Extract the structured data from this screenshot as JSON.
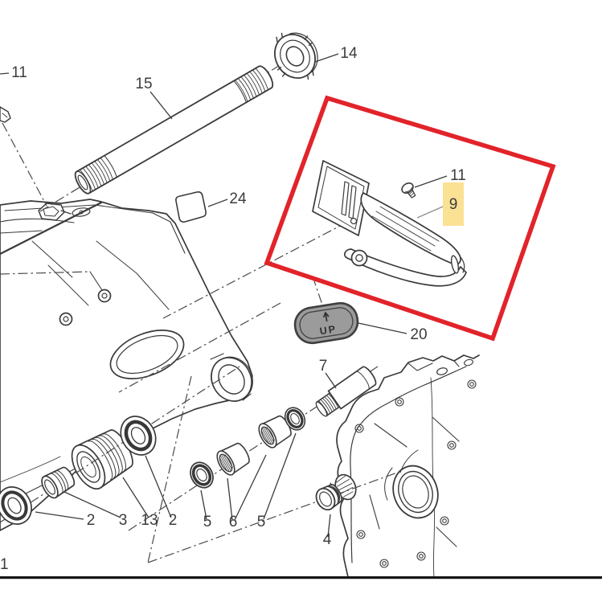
{
  "diagram": {
    "type": "exploded-parts-diagram",
    "subject": "motorcycle swingarm assembly",
    "background": "#ffffff",
    "colors": {
      "line": "#3a3a3a",
      "label": "#3c3c3c",
      "centerline": "#4a4a4a",
      "highlight_box": "#e2232a",
      "highlight_fill": "#fbe193",
      "highlighted_label": "#8f8f8f",
      "rubber_pad_fill": "#9b9b9b",
      "bottom_rule": "#161616"
    },
    "highlighted_part": "9",
    "labels": [
      {
        "name": "screw-top-left",
        "text": "11"
      },
      {
        "name": "rear-wheel-axle",
        "text": "15"
      },
      {
        "name": "axle-ring-nut",
        "text": "14"
      },
      {
        "name": "protection-pad",
        "text": "24"
      },
      {
        "name": "chain-guard-screw",
        "text": "11"
      },
      {
        "name": "chain-guard",
        "text": "9"
      },
      {
        "name": "rubber-pad",
        "text": "20"
      },
      {
        "name": "pivot-pin",
        "text": "7"
      },
      {
        "name": "swingarm",
        "text": "1"
      },
      {
        "name": "bearing-outer",
        "text": "2"
      },
      {
        "name": "spacer",
        "text": "3"
      },
      {
        "name": "ring-nut",
        "text": "13"
      },
      {
        "name": "bearing-inner",
        "text": "2"
      },
      {
        "name": "seal-ring-outer",
        "text": "5"
      },
      {
        "name": "needle-bearings",
        "text": "6"
      },
      {
        "name": "seal-ring-inner",
        "text": "5"
      },
      {
        "name": "plug",
        "text": "4"
      },
      {
        "name": "up-marking",
        "text": "UP"
      }
    ]
  }
}
